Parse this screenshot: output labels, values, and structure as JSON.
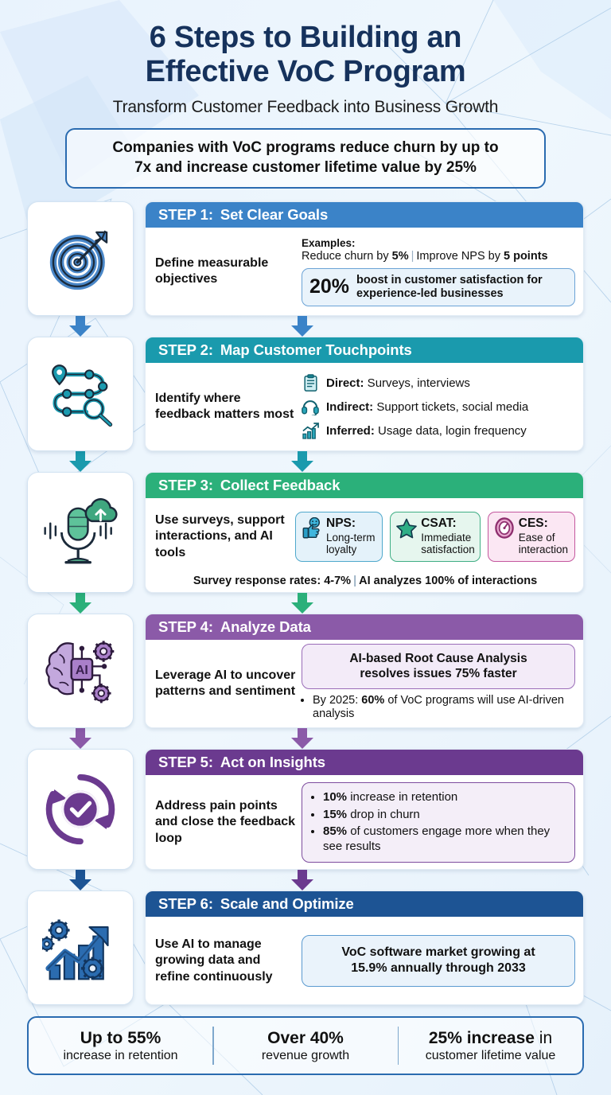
{
  "header": {
    "title_line1": "6 Steps to Building an",
    "title_line2": "Effective VoC Program",
    "subtitle": "Transform Customer Feedback into Business Growth",
    "stat_line1": "Companies with VoC programs reduce churn by up to",
    "stat_line2": "7x and increase customer lifetime value by 25%"
  },
  "steps": [
    {
      "label": "STEP 1:",
      "title": "Set Clear Goals",
      "desc": "Define measurable objectives",
      "icon": "target-icon",
      "color": "#3b83c8",
      "examples_label": "Examples:",
      "example_1_pre": "Reduce churn by ",
      "example_1_bold": "5%",
      "example_2_pre": "Improve NPS by ",
      "example_2_bold": "5 points",
      "callout_big": "20%",
      "callout_text": "boost in customer satisfaction for experience-led businesses"
    },
    {
      "label": "STEP 2:",
      "title": "Map Customer Touchpoints",
      "desc": "Identify where feedback matters most",
      "icon": "journey-map-icon",
      "color": "#1a9aad",
      "touchpoints": [
        {
          "icon": "clipboard-icon",
          "label": "Direct:",
          "value": " Surveys, interviews"
        },
        {
          "icon": "headset-icon",
          "label": "Indirect:",
          "value": " Support tickets, social media"
        },
        {
          "icon": "bar-chart-icon",
          "label": "Inferred:",
          "value": " Usage data, login frequency"
        }
      ]
    },
    {
      "label": "STEP 3:",
      "title": "Collect Feedback",
      "desc": "Use surveys, support interactions, and AI tools",
      "icon": "microphone-cloud-icon",
      "color": "#2bb07a",
      "metrics": [
        {
          "icon": "thumbs-up-icon",
          "title": "NPS:",
          "sub": "Long-term loyalty"
        },
        {
          "icon": "star-icon",
          "title": "CSAT:",
          "sub": "Immediate satisfaction"
        },
        {
          "icon": "gauge-icon",
          "title": "CES:",
          "sub": "Ease of interaction"
        }
      ],
      "footnote_1": "Survey response rates: 4-7%",
      "footnote_2": "AI analyzes 100% of interactions"
    },
    {
      "label": "STEP 4:",
      "title": "Analyze Data",
      "desc": "Leverage AI to uncover patterns and sentiment",
      "icon": "ai-brain-icon",
      "color": "#8b5aa8",
      "pill_line1": "AI-based Root Cause Analysis",
      "pill_line2": "resolves issues 75% faster",
      "bullet_pre": "By 2025: ",
      "bullet_bold": "60%",
      "bullet_post": " of VoC programs will use AI-driven analysis"
    },
    {
      "label": "STEP 5:",
      "title": "Act on Insights",
      "desc": "Address pain points and close the feedback loop",
      "icon": "feedback-loop-icon",
      "color": "#6b3a8f",
      "bullets": [
        {
          "bold": "10%",
          "text": " increase in retention"
        },
        {
          "bold": "15%",
          "text": " drop in churn"
        },
        {
          "bold": "85%",
          "text": " of customers engage more when they see results"
        }
      ]
    },
    {
      "label": "STEP 6:",
      "title": "Scale and Optimize",
      "desc": "Use AI to manage growing data and refine continuously",
      "icon": "growth-chart-gears-icon",
      "color": "#1d5494",
      "pill_line1": "VoC software market growing at",
      "pill_line2": "15.9% annually through 2033"
    }
  ],
  "results": [
    {
      "big": "Up to 55%",
      "big_light": "",
      "sub": "increase in retention"
    },
    {
      "big": "Over 40%",
      "big_light": "",
      "sub": "revenue growth"
    },
    {
      "big": "25% increase",
      "big_light": " in",
      "sub": "customer lifetime value"
    }
  ]
}
